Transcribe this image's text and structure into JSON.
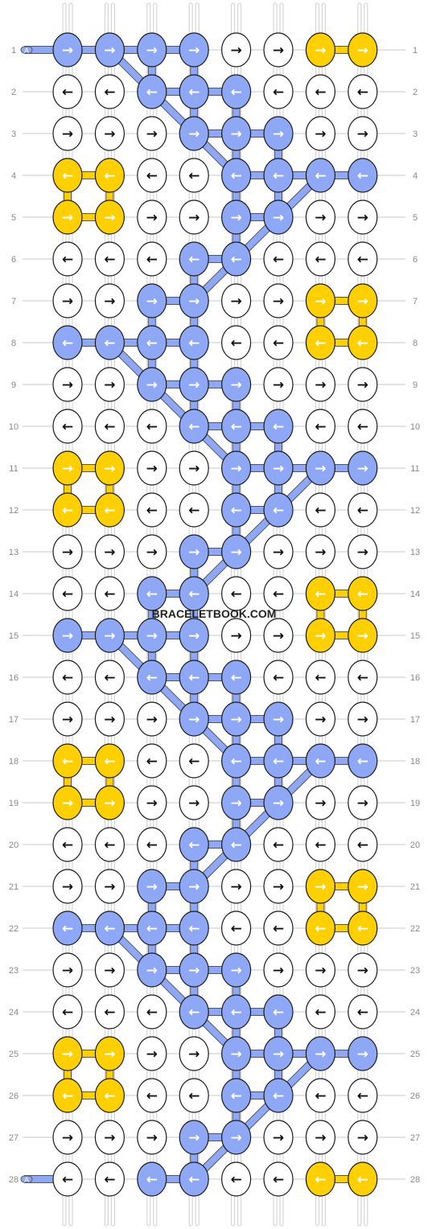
{
  "colors": {
    "blue": "#8ea8f5",
    "yellow": "#ffd000",
    "white": "#ffffff",
    "outline": "#1a1a1a"
  },
  "watermark": "BRACELETBOOK.COM",
  "strand_labels": {
    "left": "A",
    "right": "A"
  },
  "arrows": {
    "right": "→",
    "left": "←"
  },
  "rows": [
    {
      "n": "1",
      "knots": [
        "rB",
        "rB",
        "rB",
        "rB",
        "rW",
        "rW",
        "rY",
        "rY"
      ]
    },
    {
      "n": "2",
      "knots": [
        "lW",
        "lW",
        "lB",
        "lB",
        "lB",
        "lW",
        "lW",
        "lW"
      ]
    },
    {
      "n": "3",
      "knots": [
        "rW",
        "rW",
        "rW",
        "rB",
        "rB",
        "rB",
        "rW",
        "rW"
      ]
    },
    {
      "n": "4",
      "knots": [
        "lY",
        "lY",
        "lW",
        "lW",
        "lB",
        "lB",
        "lB",
        "lB"
      ]
    },
    {
      "n": "5",
      "knots": [
        "rY",
        "rY",
        "rW",
        "rW",
        "rB",
        "rB",
        "rW",
        "rW"
      ]
    },
    {
      "n": "6",
      "knots": [
        "lW",
        "lW",
        "lW",
        "lB",
        "lB",
        "lW",
        "lW",
        "lW"
      ]
    },
    {
      "n": "7",
      "knots": [
        "rW",
        "rW",
        "rB",
        "rB",
        "rW",
        "rW",
        "rY",
        "rY"
      ]
    },
    {
      "n": "8",
      "knots": [
        "lB",
        "lB",
        "lB",
        "lB",
        "lW",
        "lW",
        "lY",
        "lY"
      ]
    },
    {
      "n": "9",
      "knots": [
        "rW",
        "rW",
        "rB",
        "rB",
        "rB",
        "rW",
        "rW",
        "rW"
      ]
    },
    {
      "n": "10",
      "knots": [
        "lW",
        "lW",
        "lW",
        "lB",
        "lB",
        "lB",
        "lW",
        "lW"
      ]
    },
    {
      "n": "11",
      "knots": [
        "rY",
        "rY",
        "rW",
        "rW",
        "rB",
        "rB",
        "rB",
        "rB"
      ]
    },
    {
      "n": "12",
      "knots": [
        "lY",
        "lY",
        "lW",
        "lW",
        "lB",
        "lB",
        "lW",
        "lW"
      ]
    },
    {
      "n": "13",
      "knots": [
        "rW",
        "rW",
        "rW",
        "rB",
        "rB",
        "rW",
        "rW",
        "rW"
      ]
    },
    {
      "n": "14",
      "knots": [
        "lW",
        "lW",
        "lB",
        "lB",
        "lW",
        "lW",
        "lY",
        "lY"
      ]
    },
    {
      "n": "15",
      "knots": [
        "rB",
        "rB",
        "rB",
        "rB",
        "rW",
        "rW",
        "rY",
        "rY"
      ]
    },
    {
      "n": "16",
      "knots": [
        "lW",
        "lW",
        "lB",
        "lB",
        "lB",
        "lW",
        "lW",
        "lW"
      ]
    },
    {
      "n": "17",
      "knots": [
        "rW",
        "rW",
        "rW",
        "rB",
        "rB",
        "rB",
        "rW",
        "rW"
      ]
    },
    {
      "n": "18",
      "knots": [
        "lY",
        "lY",
        "lW",
        "lW",
        "lB",
        "lB",
        "lB",
        "lB"
      ]
    },
    {
      "n": "19",
      "knots": [
        "rY",
        "rY",
        "rW",
        "rW",
        "rB",
        "rB",
        "rW",
        "rW"
      ]
    },
    {
      "n": "20",
      "knots": [
        "lW",
        "lW",
        "lW",
        "lB",
        "lB",
        "lW",
        "lW",
        "lW"
      ]
    },
    {
      "n": "21",
      "knots": [
        "rW",
        "rW",
        "rB",
        "rB",
        "rW",
        "rW",
        "rY",
        "rY"
      ]
    },
    {
      "n": "22",
      "knots": [
        "lB",
        "lB",
        "lB",
        "lB",
        "lW",
        "lW",
        "lY",
        "lY"
      ]
    },
    {
      "n": "23",
      "knots": [
        "rW",
        "rW",
        "rB",
        "rB",
        "rB",
        "rW",
        "rW",
        "rW"
      ]
    },
    {
      "n": "24",
      "knots": [
        "lW",
        "lW",
        "lW",
        "lB",
        "lB",
        "lB",
        "lW",
        "lW"
      ]
    },
    {
      "n": "25",
      "knots": [
        "rY",
        "rY",
        "rW",
        "rW",
        "rB",
        "rB",
        "rB",
        "rB"
      ]
    },
    {
      "n": "26",
      "knots": [
        "lY",
        "lY",
        "lW",
        "lW",
        "lB",
        "lB",
        "lW",
        "lW"
      ]
    },
    {
      "n": "27",
      "knots": [
        "rW",
        "rW",
        "rW",
        "rB",
        "rB",
        "rW",
        "rW",
        "rW"
      ]
    },
    {
      "n": "28",
      "knots": [
        "lW",
        "lW",
        "lB",
        "lB",
        "lW",
        "lW",
        "lY",
        "lY"
      ]
    }
  ]
}
